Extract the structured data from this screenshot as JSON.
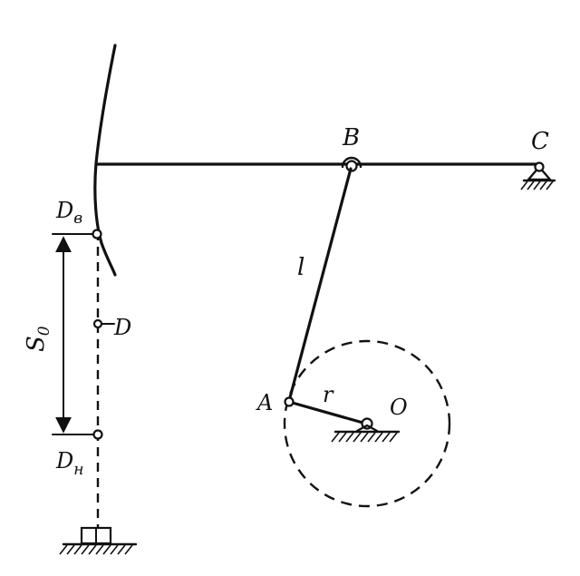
{
  "labels": {
    "B": "B",
    "C": "C",
    "l": "l",
    "A": "A",
    "r": "r",
    "O": "O",
    "D": "D",
    "Db_main": "D",
    "Db_sub": "в",
    "Dn_main": "D",
    "Dn_sub": "н",
    "S0_main": "S",
    "S0_sub": "0"
  },
  "colors": {
    "ink": "#111111",
    "background": "#ffffff"
  }
}
